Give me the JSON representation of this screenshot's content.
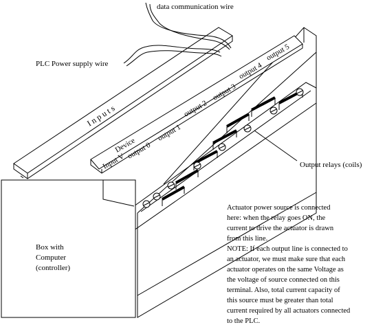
{
  "labels": {
    "data_wire": "data communication wire",
    "plc_power": "PLC Power supply wire",
    "inputs": "I n p u t s",
    "device": "Device",
    "input_v": "Input V",
    "outputs": [
      "output 0",
      "output 1",
      "output 2",
      "output 3",
      "output 4",
      "output 5"
    ],
    "output_relays": "Output relays (coils)",
    "box_computer": [
      "Box with",
      "Computer",
      "(controller)"
    ],
    "note_lines": [
      "Actuator power source is connected",
      "here: when the relay goes ON, the",
      "current to drive the actuator is drawn",
      "from this line.",
      "NOTE: If each output line is connected to",
      "an actuator, we must make sure that each",
      "actuator operates on the same Voltage as",
      " the voltage of source connected on this",
      "terminal. Also, total current capacity of",
      "this source must be greater than total",
      "current required by all actuators connected",
      "to the PLC."
    ]
  }
}
